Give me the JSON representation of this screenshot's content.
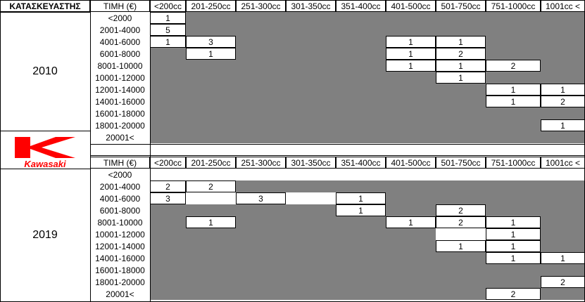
{
  "header": {
    "maker": "ΚΑΤΑΣΚΕΥΑΣΤΗΣ",
    "price": "ΤΙΜΗ (€)",
    "cc": [
      "<200cc",
      "201-250cc",
      "251-300cc",
      "301-350cc",
      "351-400cc",
      "401-500cc",
      "501-750cc",
      "751-1000cc",
      "1001cc <"
    ]
  },
  "brand": {
    "name": "Kawasaki",
    "logo_color": "#ff0000"
  },
  "price_ranges": [
    "<2000",
    "2001-4000",
    "4001-6000",
    "6001-8000",
    "8001-10000",
    "10001-12000",
    "12001-14000",
    "14001-16000",
    "16001-18000",
    "18001-20000",
    "20001<"
  ],
  "tables": [
    {
      "year": "2010",
      "cells": [
        [
          "1",
          "",
          "",
          "",
          "",
          "",
          "",
          "",
          ""
        ],
        [
          "5",
          "",
          "",
          "",
          "",
          "",
          "",
          "",
          ""
        ],
        [
          "1",
          "3",
          "",
          "",
          "",
          "1",
          "1",
          "",
          ""
        ],
        [
          "",
          "1",
          "",
          "",
          "",
          "1",
          "2",
          "",
          ""
        ],
        [
          "",
          "",
          "",
          "",
          "",
          "1",
          "1",
          "2",
          ""
        ],
        [
          "",
          "",
          "",
          "",
          "",
          "",
          "1",
          "",
          ""
        ],
        [
          "",
          "",
          "",
          "",
          "",
          "",
          "",
          "1",
          "1"
        ],
        [
          "",
          "",
          "",
          "",
          "",
          "",
          "",
          "1",
          "2"
        ],
        [
          "",
          "",
          "",
          "",
          "",
          "",
          "",
          "",
          ""
        ],
        [
          "",
          "",
          "",
          "",
          "",
          "",
          "",
          "",
          "1"
        ],
        [
          "",
          "",
          "",
          "",
          "",
          "",
          "",
          "",
          ""
        ]
      ],
      "white": [
        [
          0,
          0
        ],
        [
          1,
          0
        ],
        [
          2,
          0
        ],
        [
          2,
          1
        ],
        [
          3,
          1
        ],
        [
          2,
          5
        ],
        [
          3,
          5
        ],
        [
          4,
          5
        ],
        [
          2,
          6
        ],
        [
          3,
          6
        ],
        [
          4,
          6
        ],
        [
          5,
          6
        ],
        [
          4,
          7
        ],
        [
          6,
          7
        ],
        [
          6,
          8
        ],
        [
          7,
          7
        ],
        [
          7,
          8
        ],
        [
          9,
          8
        ]
      ]
    },
    {
      "year": "2019",
      "cells": [
        [
          "",
          "",
          "",
          "",
          "",
          "",
          "",
          "",
          ""
        ],
        [
          "2",
          "2",
          "",
          "",
          "",
          "",
          "",
          "",
          ""
        ],
        [
          "3",
          "",
          "3",
          "",
          "1",
          "",
          "",
          "",
          ""
        ],
        [
          "",
          "",
          "",
          "",
          "1",
          "",
          "2",
          "",
          ""
        ],
        [
          "",
          "1",
          "",
          "",
          "",
          "1",
          "2",
          "1",
          ""
        ],
        [
          "",
          "",
          "",
          "",
          "",
          "",
          "",
          "1",
          ""
        ],
        [
          "",
          "",
          "",
          "",
          "",
          "",
          "1",
          "1",
          ""
        ],
        [
          "",
          "",
          "",
          "",
          "",
          "",
          "",
          "1",
          "1"
        ],
        [
          "",
          "",
          "",
          "",
          "",
          "",
          "",
          "",
          ""
        ],
        [
          "",
          "",
          "",
          "",
          "",
          "",
          "",
          "",
          "2"
        ],
        [
          "",
          "",
          "",
          "",
          "",
          "",
          "",
          "2",
          ""
        ]
      ],
      "white": [
        [
          0,
          0
        ],
        [
          0,
          1
        ],
        [
          0,
          2
        ],
        [
          0,
          3
        ],
        [
          0,
          4
        ],
        [
          0,
          5
        ],
        [
          0,
          6
        ],
        [
          0,
          7
        ],
        [
          0,
          8
        ],
        [
          1,
          0
        ],
        [
          1,
          1
        ],
        [
          2,
          0
        ],
        [
          2,
          1
        ],
        [
          2,
          2
        ],
        [
          2,
          3
        ],
        [
          2,
          4
        ],
        [
          3,
          4
        ],
        [
          3,
          6
        ],
        [
          4,
          1
        ],
        [
          4,
          5
        ],
        [
          4,
          6
        ],
        [
          4,
          7
        ],
        [
          5,
          6
        ],
        [
          5,
          7
        ],
        [
          6,
          6
        ],
        [
          6,
          7
        ],
        [
          7,
          7
        ],
        [
          7,
          8
        ],
        [
          9,
          8
        ],
        [
          10,
          7
        ]
      ]
    }
  ]
}
